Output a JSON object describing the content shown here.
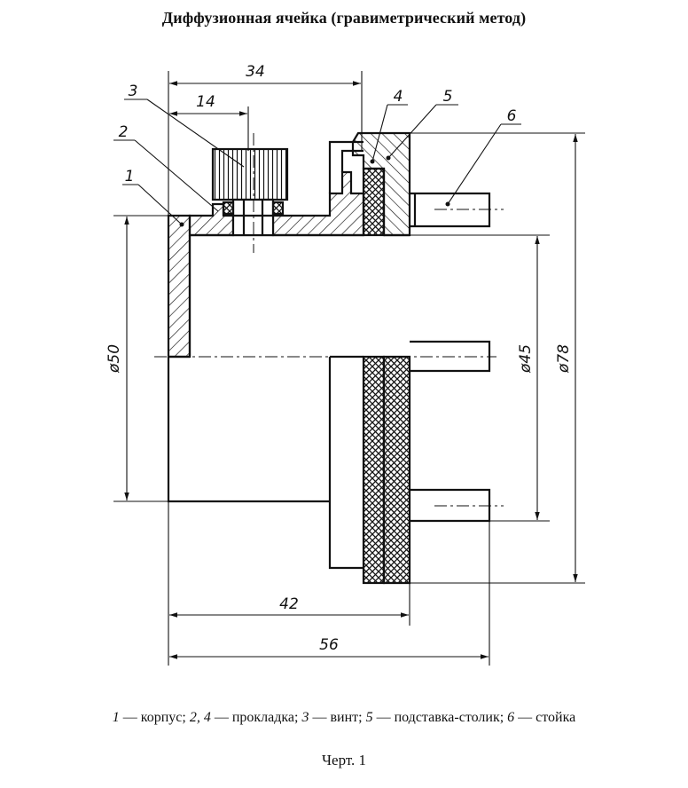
{
  "title": "Диффузионная ячейка (гравиметрический метод)",
  "dimensions": {
    "d34": "34",
    "d14": "14",
    "d42": "42",
    "d56": "56",
    "phi50": "ø50",
    "phi45": "ø45",
    "phi78": "ø78"
  },
  "callouts": {
    "c1": "1",
    "c2": "2",
    "c3": "3",
    "c4": "4",
    "c5": "5",
    "c6": "6"
  },
  "legend": {
    "n1": "1",
    "t1": " — корпус; ",
    "n24": "2, 4",
    "t24": " — прокладка; ",
    "n3": "3",
    "t3": " — винт; ",
    "n5": "5",
    "t5": " — подставка-столик; ",
    "n6": "6",
    "t6": " — стойка"
  },
  "caption": "Черт. 1"
}
